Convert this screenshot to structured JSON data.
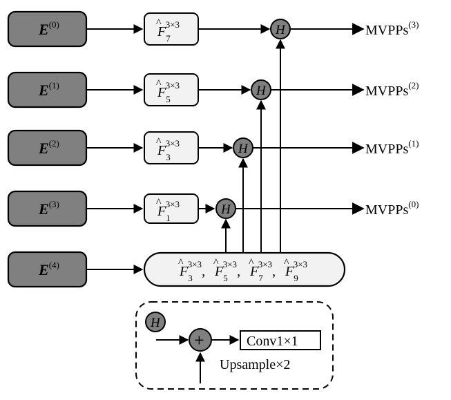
{
  "encoders": [
    {
      "base": "E",
      "sup": "(0)"
    },
    {
      "base": "E",
      "sup": "(1)"
    },
    {
      "base": "E",
      "sup": "(2)"
    },
    {
      "base": "E",
      "sup": "(3)"
    },
    {
      "base": "E",
      "sup": "(4)"
    }
  ],
  "filters": [
    {
      "base": "F",
      "sub": "7",
      "sup": "3×3"
    },
    {
      "base": "F",
      "sub": "5",
      "sup": "3×3"
    },
    {
      "base": "F",
      "sub": "3",
      "sup": "3×3"
    },
    {
      "base": "F",
      "sub": "1",
      "sup": "3×3"
    }
  ],
  "h_label": "H",
  "outputs": [
    {
      "base": "MVPPs",
      "sup": "(3)"
    },
    {
      "base": "MVPPs",
      "sup": "(2)"
    },
    {
      "base": "MVPPs",
      "sup": "(1)"
    },
    {
      "base": "MVPPs",
      "sup": "(0)"
    }
  ],
  "shared_filters": [
    {
      "base": "F",
      "sub": "3",
      "sup": "3×3"
    },
    {
      "base": "F",
      "sub": "5",
      "sup": "3×3"
    },
    {
      "base": "F",
      "sub": "7",
      "sup": "3×3"
    },
    {
      "base": "F",
      "sub": "9",
      "sup": "3×3"
    }
  ],
  "shared_separator": ",",
  "legend": {
    "h_label": "H",
    "plus": "+",
    "conv_label": "Conv1×1",
    "upsample_label": "Upsample×2"
  }
}
